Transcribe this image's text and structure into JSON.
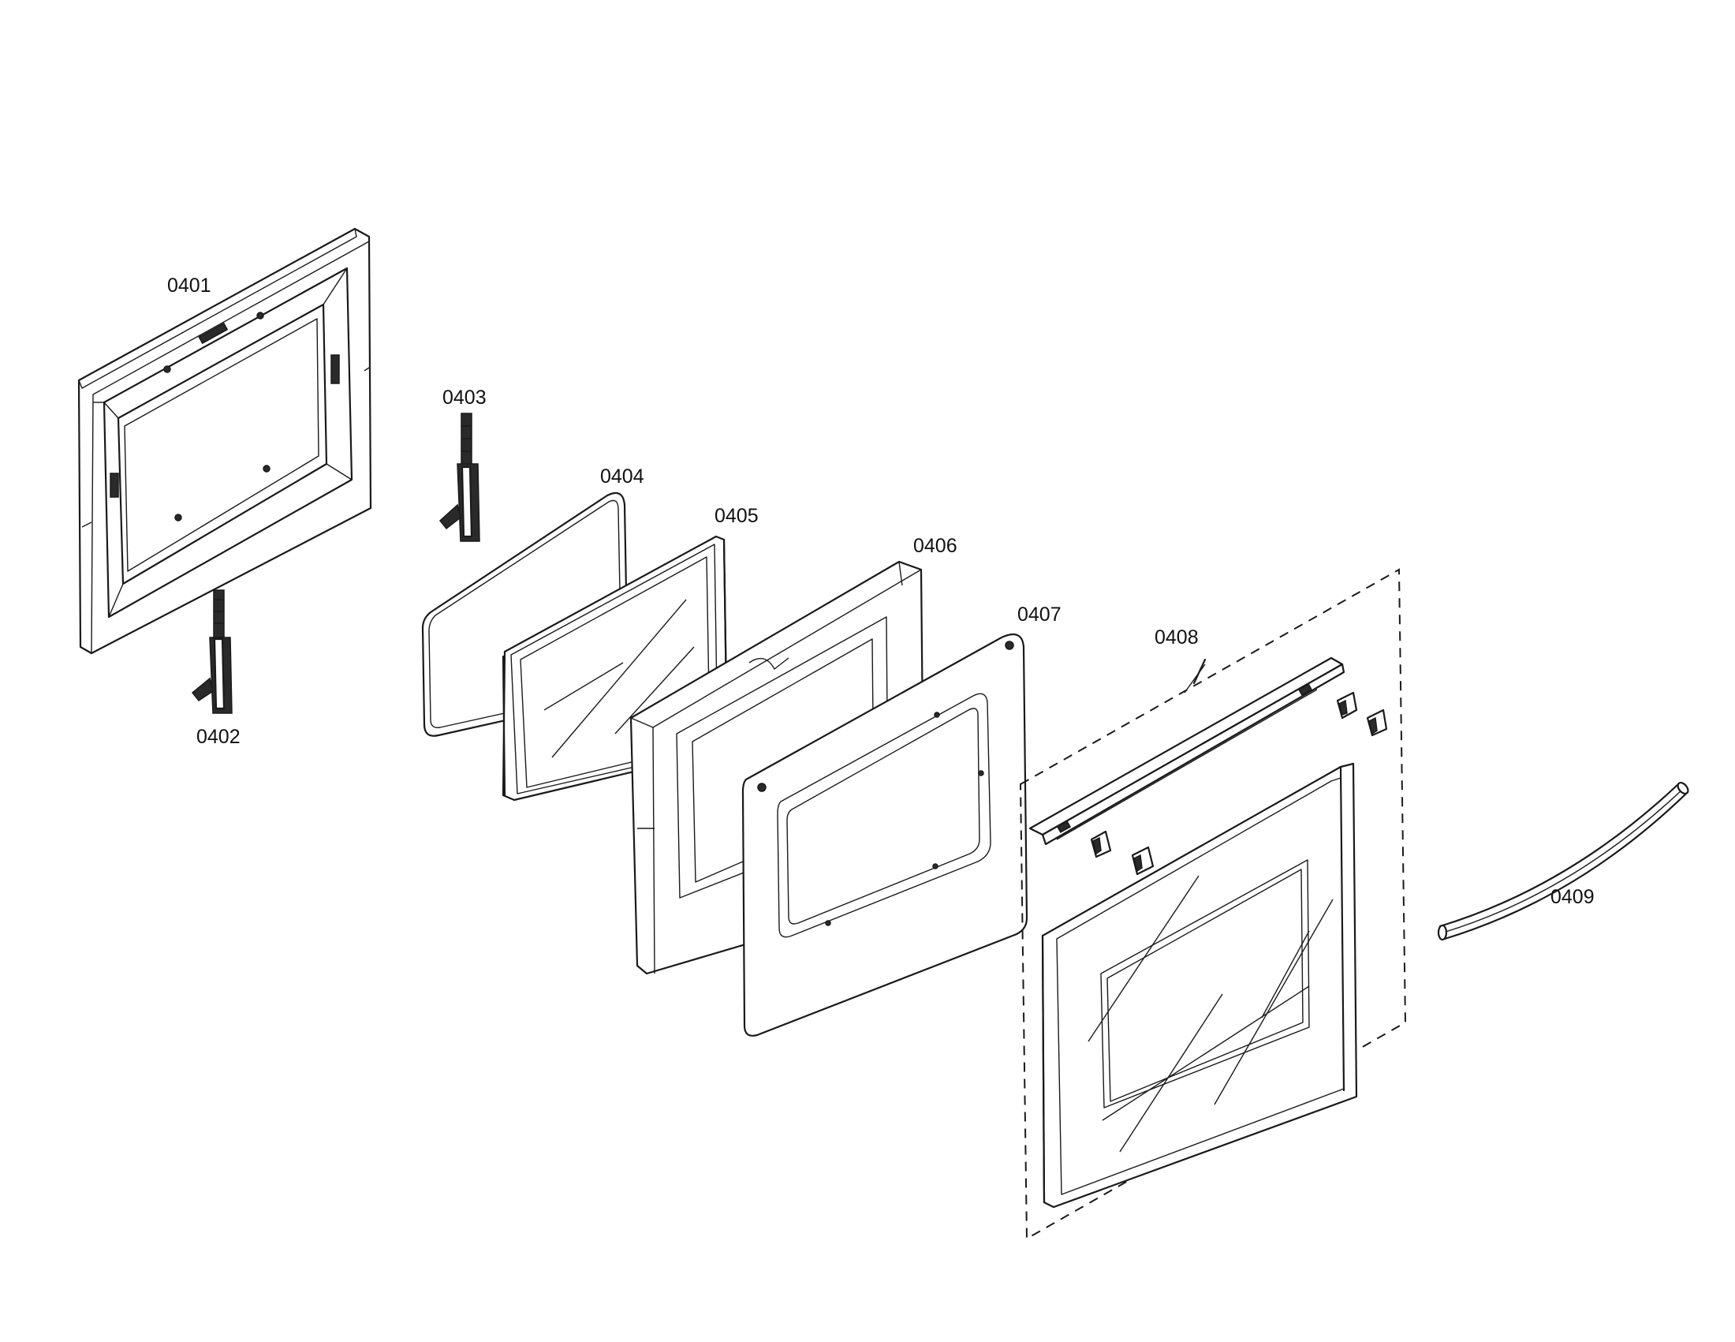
{
  "diagram": {
    "parts": [
      {
        "id": "0401"
      },
      {
        "id": "0402"
      },
      {
        "id": "0403"
      },
      {
        "id": "0404"
      },
      {
        "id": "0405"
      },
      {
        "id": "0406"
      },
      {
        "id": "0407"
      },
      {
        "id": "0408"
      },
      {
        "id": "0409"
      }
    ]
  }
}
